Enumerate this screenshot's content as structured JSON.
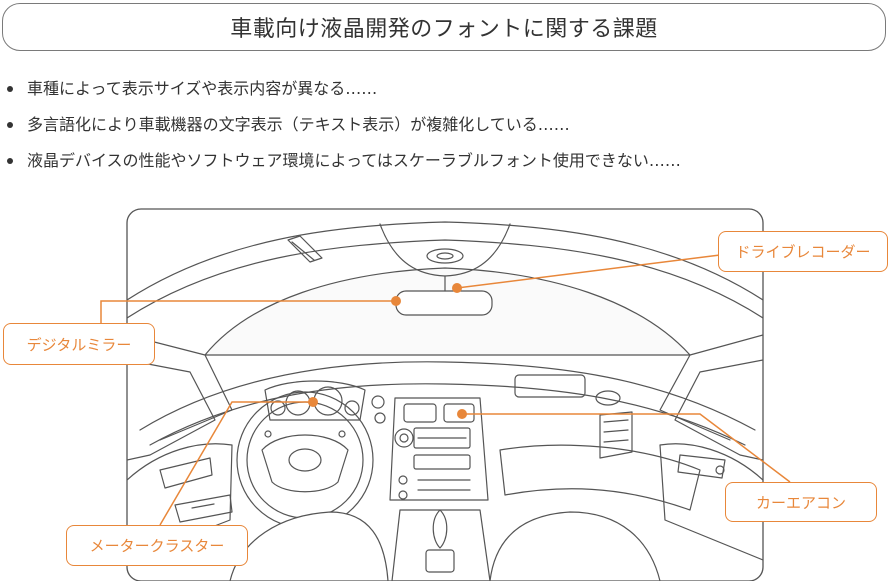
{
  "title": "車載向け液晶開発のフォントに関する課題",
  "bullets": [
    "車種によって表示サイズや表示内容が異なる……",
    "多言語化により車載機器の文字表示（テキスト表示）が複雑化している……",
    "液晶デバイスの性能やソフトウェア環境によってはスケーラブルフォント使用できない……"
  ],
  "callouts": {
    "drive_recorder": "ドライブレコーダー",
    "digital_mirror": "デジタルミラー",
    "car_aircon": "カーエアコン",
    "meter_cluster": "メータークラスター"
  },
  "colors": {
    "accent": "#e8873a",
    "line_art": "#555555",
    "text": "#333333"
  }
}
